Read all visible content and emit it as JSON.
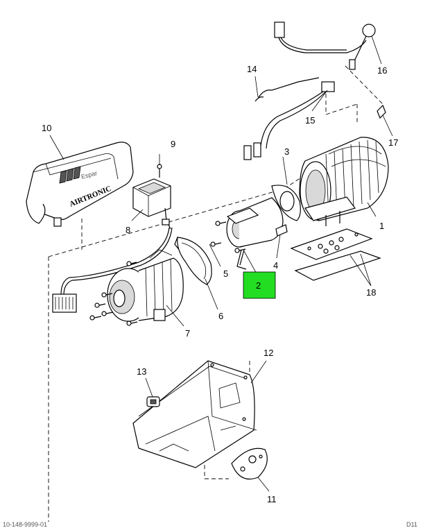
{
  "diagram": {
    "highlight_color": "#22dd22",
    "callouts": [
      {
        "id": "1",
        "label": "1"
      },
      {
        "id": "2",
        "label": "2",
        "highlighted": true
      },
      {
        "id": "3",
        "label": "3"
      },
      {
        "id": "4",
        "label": "4"
      },
      {
        "id": "5",
        "label": "5"
      },
      {
        "id": "6",
        "label": "6"
      },
      {
        "id": "7",
        "label": "7"
      },
      {
        "id": "8",
        "label": "8"
      },
      {
        "id": "9",
        "label": "9"
      },
      {
        "id": "10",
        "label": "10"
      },
      {
        "id": "11",
        "label": "11"
      },
      {
        "id": "12",
        "label": "12"
      },
      {
        "id": "13",
        "label": "13"
      },
      {
        "id": "14",
        "label": "14"
      },
      {
        "id": "15",
        "label": "15"
      },
      {
        "id": "16",
        "label": "16"
      },
      {
        "id": "17",
        "label": "17"
      },
      {
        "id": "18",
        "label": "18"
      }
    ],
    "cover_brand_text": "AIRTRONIC",
    "cover_small_text": "Espar",
    "footer_left": "10-148-9999-01",
    "footer_right": "D11"
  }
}
